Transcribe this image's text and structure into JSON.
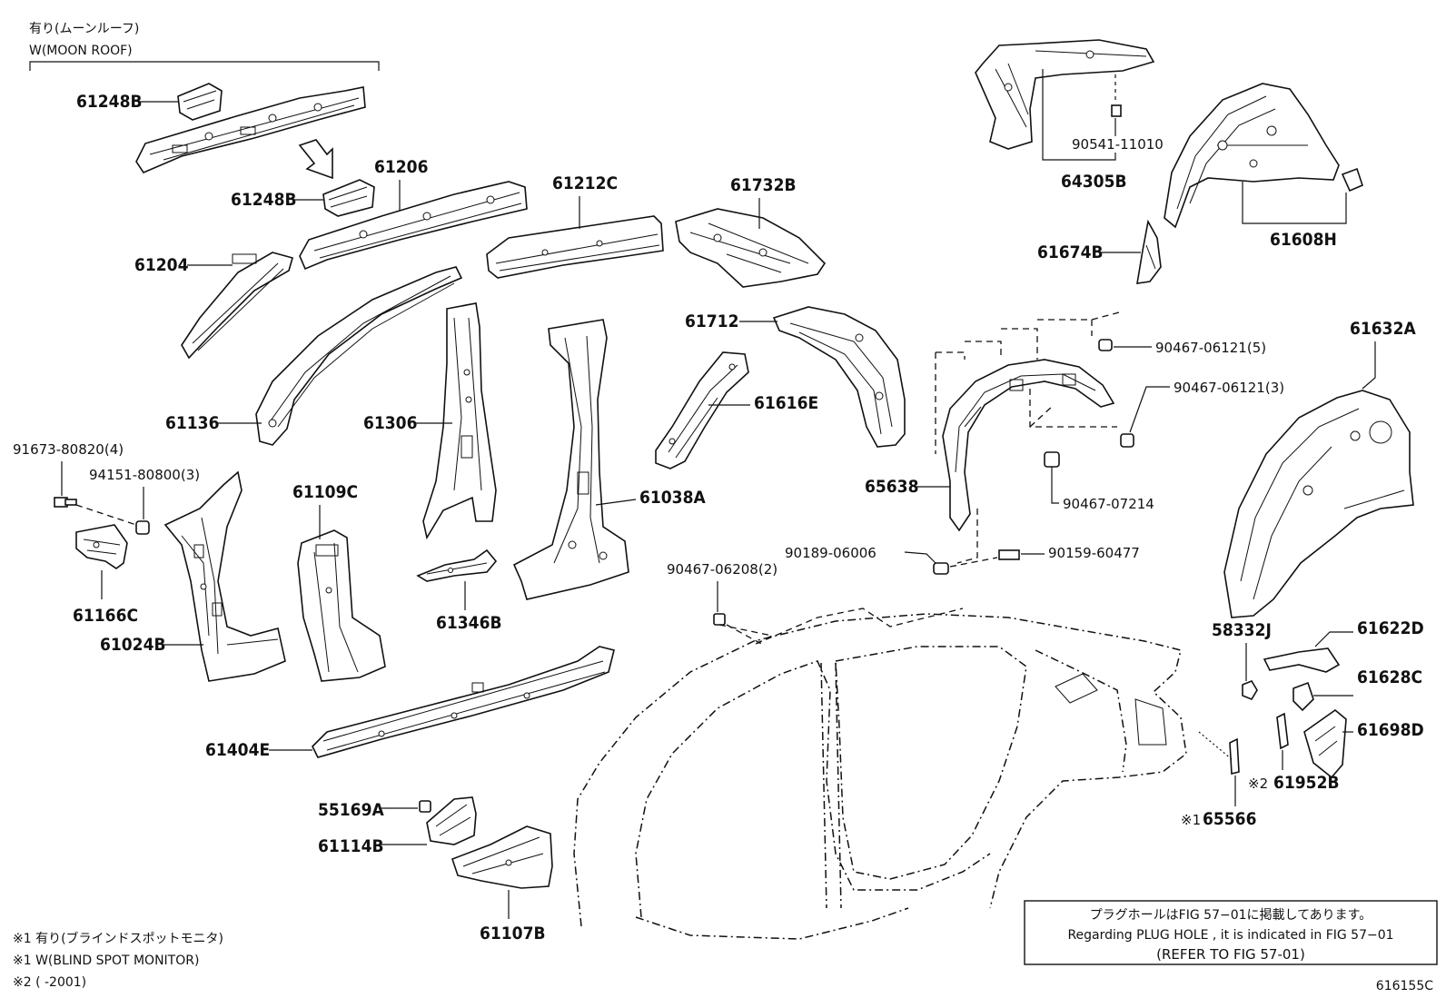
{
  "header": {
    "jp_note": "有り(ムーンルーフ)",
    "en_note": "W(MOON ROOF)"
  },
  "parts": {
    "p61248B_a": "61248B",
    "p61248B_b": "61248B",
    "p61206": "61206",
    "p61204": "61204",
    "p61212C": "61212C",
    "p61732B": "61732B",
    "p61136": "61136",
    "p61306": "61306",
    "p61712": "61712",
    "p61616E": "61616E",
    "p61038A": "61038A",
    "p61109C": "61109C",
    "p61024B": "61024B",
    "p61166C": "61166C",
    "p61346B": "61346B",
    "p61404E": "61404E",
    "p55169A": "55169A",
    "p61114B": "61114B",
    "p61107B": "61107B",
    "p64305B": "64305B",
    "p61608H": "61608H",
    "p61674B": "61674B",
    "p61632A": "61632A",
    "p65638": "65638",
    "p58332J": "58332J",
    "p61622D": "61622D",
    "p61628C": "61628C",
    "p61698D": "61698D",
    "p61952B": "61952B",
    "p65566": "65566"
  },
  "fasteners": {
    "f90541": "90541-11010",
    "f90467_5": "90467-06121(5)",
    "f90467_3": "90467-06121(3)",
    "f90467_07214": "90467-07214",
    "f90189": "90189-06006",
    "f90159": "90159-60477",
    "f90467_06208": "90467-06208(2)",
    "f91673": "91673-80820(4)",
    "f94151": "94151-80800(3)"
  },
  "marks": {
    "m61952B": "※2",
    "m65566": "※1"
  },
  "info_box": {
    "line1": "プラグホールはFIG 57−01に掲載してあります。",
    "line2": "Regarding PLUG HOLE , it is indicated in FIG 57−01",
    "line3": "(REFER TO FIG 57-01)"
  },
  "footnotes": {
    "n1_jp": "※1 有り(ブラインドスポットモニタ)",
    "n1_en": "※1 W(BLIND SPOT MONITOR)",
    "n2": "※2 (      -2001)"
  },
  "figure_code": "616155C"
}
